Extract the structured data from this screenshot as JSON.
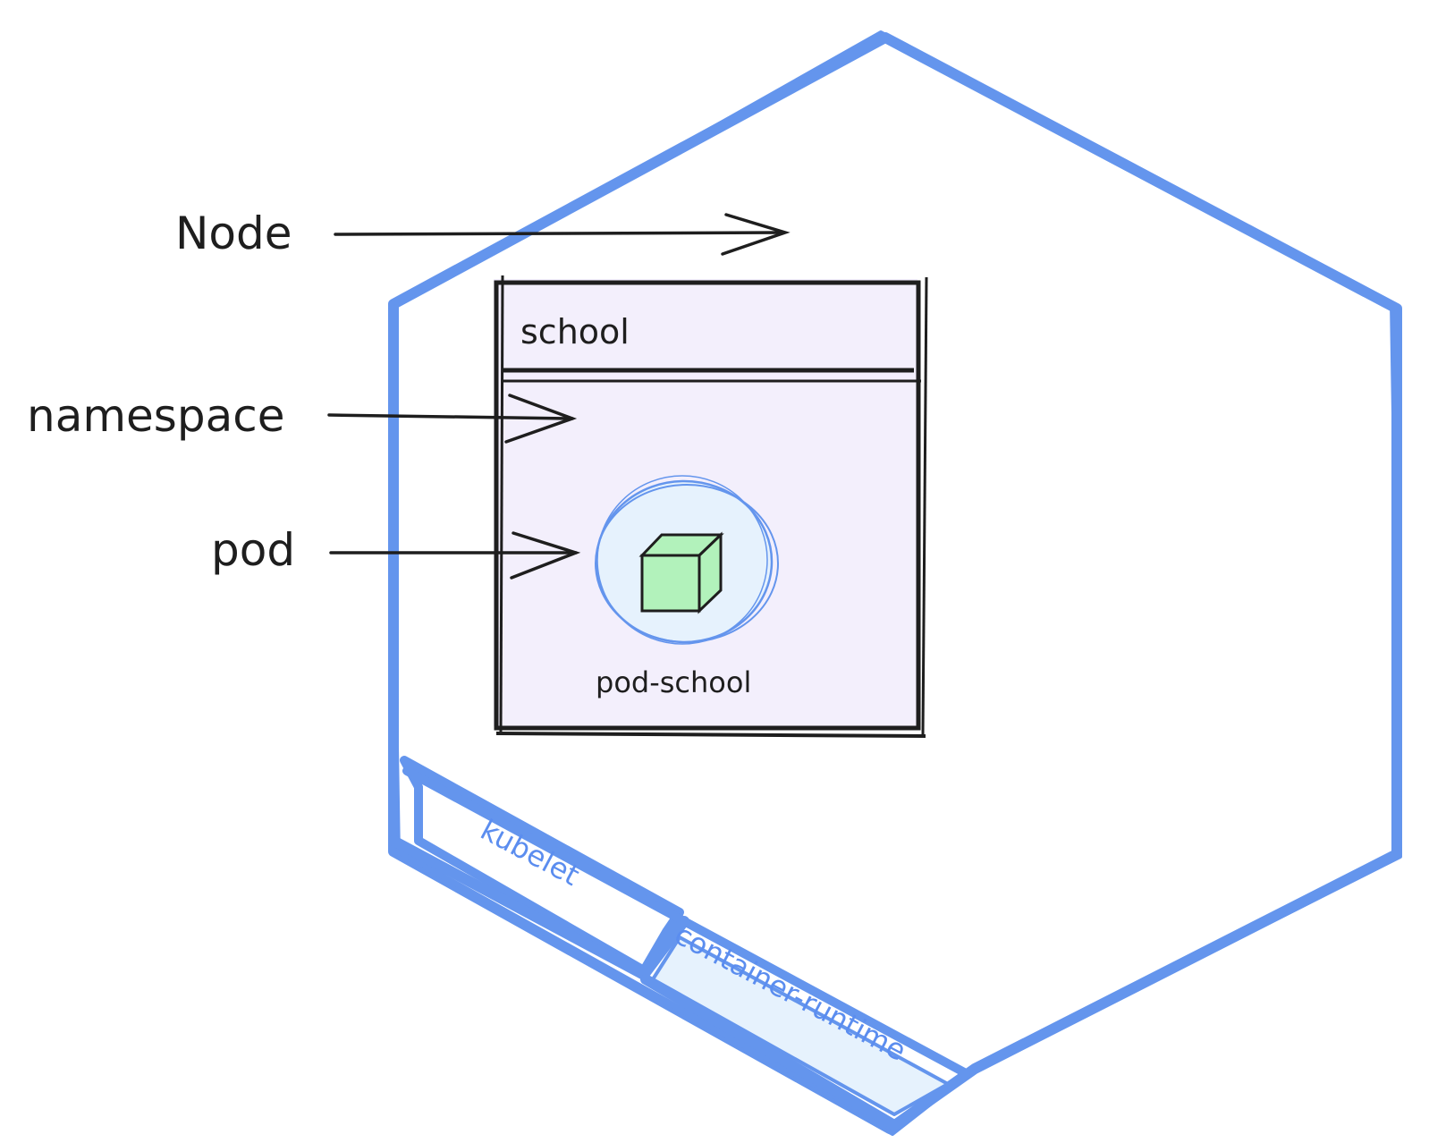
{
  "labels": {
    "node": "Node",
    "namespace": "namespace",
    "pod": "pod"
  },
  "namespace_box": {
    "title": "school"
  },
  "pod": {
    "name": "pod-school"
  },
  "node_components": {
    "kubelet": "kubelet",
    "container_runtime": "container-runtime"
  },
  "colors": {
    "node_outline": "#6495ed",
    "namespace_fill": "#f3effc",
    "pod_fill": "#e6f2fd",
    "pod_outline": "#6495ed",
    "container_fill": "#b2f2bb",
    "stroke": "#1e1e1e",
    "component_text": "#5b8def",
    "runtime_fill": "#e6f2fd"
  }
}
